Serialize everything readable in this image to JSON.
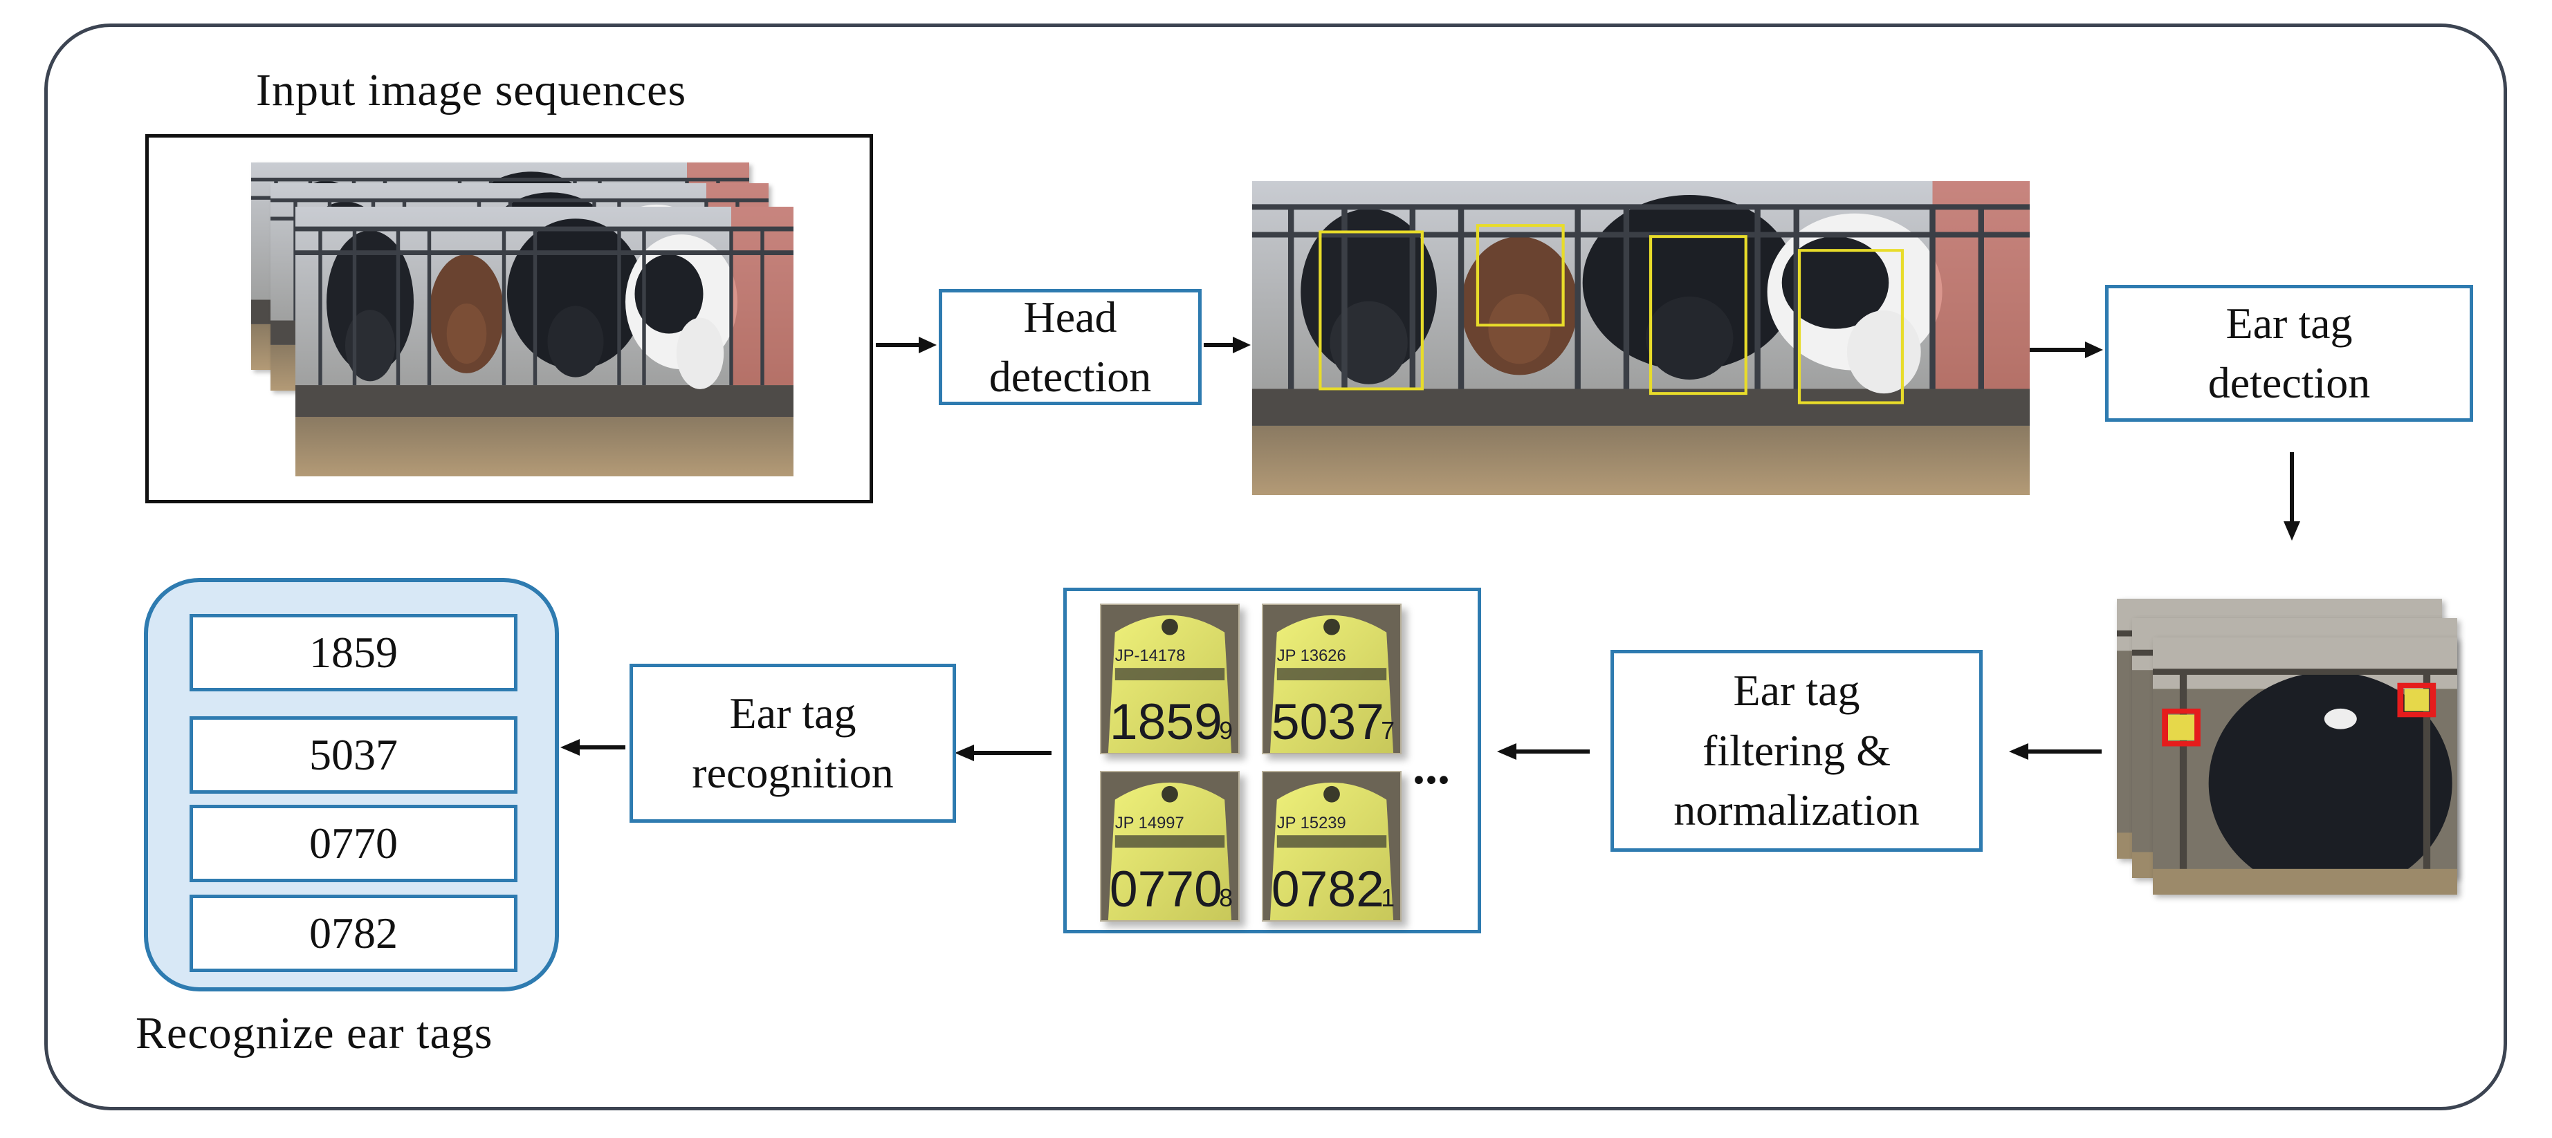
{
  "diagram": {
    "input_caption": "Input image sequences",
    "steps": {
      "head_detection": "Head\ndetection",
      "ear_tag_detection": "Ear tag\ndetection",
      "filtering": "Ear tag\nfiltering &\nnormalization",
      "recognition": "Ear tag\nrecognition"
    },
    "tags_ellipsis": "...",
    "results_caption": "Recognize ear tags",
    "results": [
      "1859",
      "5037",
      "0770",
      "0782"
    ],
    "tag_crops": [
      {
        "code": "JP-14178",
        "number": "1859",
        "check": "9"
      },
      {
        "code": "JP 13626",
        "number": "5037",
        "check": "7"
      },
      {
        "code": "JP 14997",
        "number": "0770",
        "check": "8"
      },
      {
        "code": "JP 15239",
        "number": "0782",
        "check": "1"
      }
    ],
    "colors": {
      "frame": "#3c4452",
      "box_border": "#2e7bb0",
      "result_fill": "#d8e8f6",
      "detection_box": "#e8dc2a",
      "tag_box": "#e51c1c",
      "ear_tag": "#e6d84a"
    }
  }
}
